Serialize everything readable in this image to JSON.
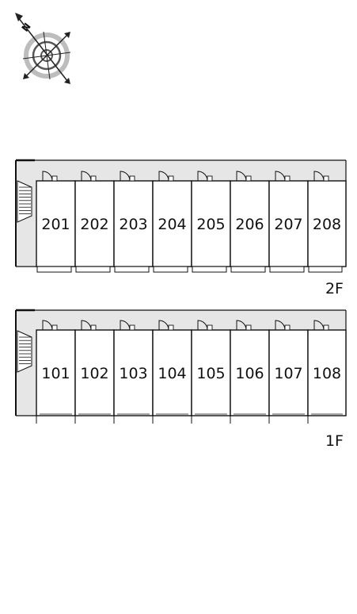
{
  "compass": {
    "label": "N",
    "icon": "compass-icon"
  },
  "floors": [
    {
      "label": "2F",
      "rooms": [
        "201",
        "202",
        "203",
        "204",
        "205",
        "206",
        "207",
        "208"
      ]
    },
    {
      "label": "1F",
      "rooms": [
        "101",
        "102",
        "103",
        "104",
        "105",
        "106",
        "107",
        "108"
      ]
    }
  ],
  "colors": {
    "corridor": "#e6e6e6",
    "line": "#111111",
    "room": "#ffffff"
  }
}
